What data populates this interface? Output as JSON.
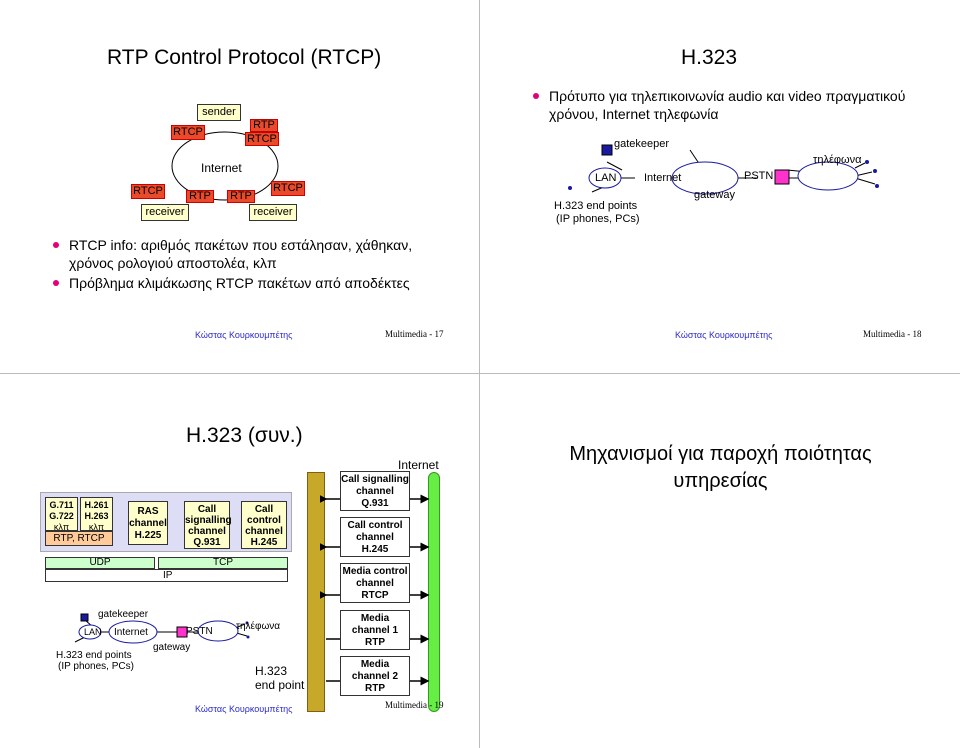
{
  "slide17": {
    "title": "RTP Control Protocol (RTCP)",
    "diagram": {
      "sender": "sender",
      "internet": "Internet",
      "rtcp": "RTCP",
      "rtp": "RTP",
      "receiver": "receiver"
    },
    "bullets": [
      "RTCP info: αριθμός πακέτων που εστάλησαν, χάθηκαν, χρόνος ρολογιού αποστολέα, κλπ",
      "Πρόβλημα κλιμάκωσης RTCP πακέτων από αποδέκτες"
    ],
    "footer_author": "Κώστας Κουρκουμπέτης",
    "footer_page": "Multimedia - 17"
  },
  "slide18": {
    "title": "H.323",
    "bullets": [
      "Πρότυπο για τηλεπικοινωνία audio και video πραγματικού χρόνου, Internet τηλεφωνία"
    ],
    "diagram": {
      "gatekeeper": "gatekeeper",
      "lan": "LAN",
      "internet": "Internet",
      "pstn": "PSTN",
      "gateway": "gateway",
      "phones": "τηλέφωνα",
      "endpoints_line1": "H.323 end points",
      "endpoints_line2": "(IP phones, PCs)"
    },
    "footer_author": "Κώστας Κουρκουμπέτης",
    "footer_page": "Multimedia - 18"
  },
  "slide19": {
    "title": "H.323 (συν.)",
    "stack": {
      "g711": "G.711",
      "g722": "G.722",
      "klp1": "κλπ",
      "h261": "H.261",
      "h263": "H.263",
      "klp2": "κλπ",
      "rtp_rtcp": "RTP, RTCP",
      "ras": [
        "RAS",
        "channel",
        "H.225"
      ],
      "call_sig": [
        "Call",
        "signalling",
        "channel",
        "Q.931"
      ],
      "call_ctrl": [
        "Call",
        "control",
        "channel",
        "H.245"
      ],
      "udp": "UDP",
      "tcp": "TCP",
      "ip": "IP"
    },
    "internet_label": "Internet",
    "messages": [
      [
        "Call signalling",
        "channel",
        "Q.931"
      ],
      [
        "Call control",
        "channel",
        "H.245"
      ],
      [
        "Media control",
        "channel",
        "RTCP"
      ],
      [
        "Media",
        "channel 1",
        "RTP"
      ],
      [
        "Media",
        "channel 2",
        "RTP"
      ]
    ],
    "endpoint_label": [
      "H.323",
      "end point"
    ],
    "diagram": {
      "gatekeeper": "gatekeeper",
      "lan": "LAN",
      "internet": "Internet",
      "pstn": "PSTN",
      "gateway": "gateway",
      "phones": "τηλέφωνα",
      "endpoints_line1": "H.323 end points",
      "endpoints_line2": "(IP phones, PCs)"
    },
    "footer_author": "Κώστας Κουρκουμπέτης",
    "footer_page": "Multimedia - 19"
  },
  "slide20": {
    "title_line1": "Μηχανισμοί για παροχή ποιότητας",
    "title_line2": "υπηρεσίας"
  }
}
